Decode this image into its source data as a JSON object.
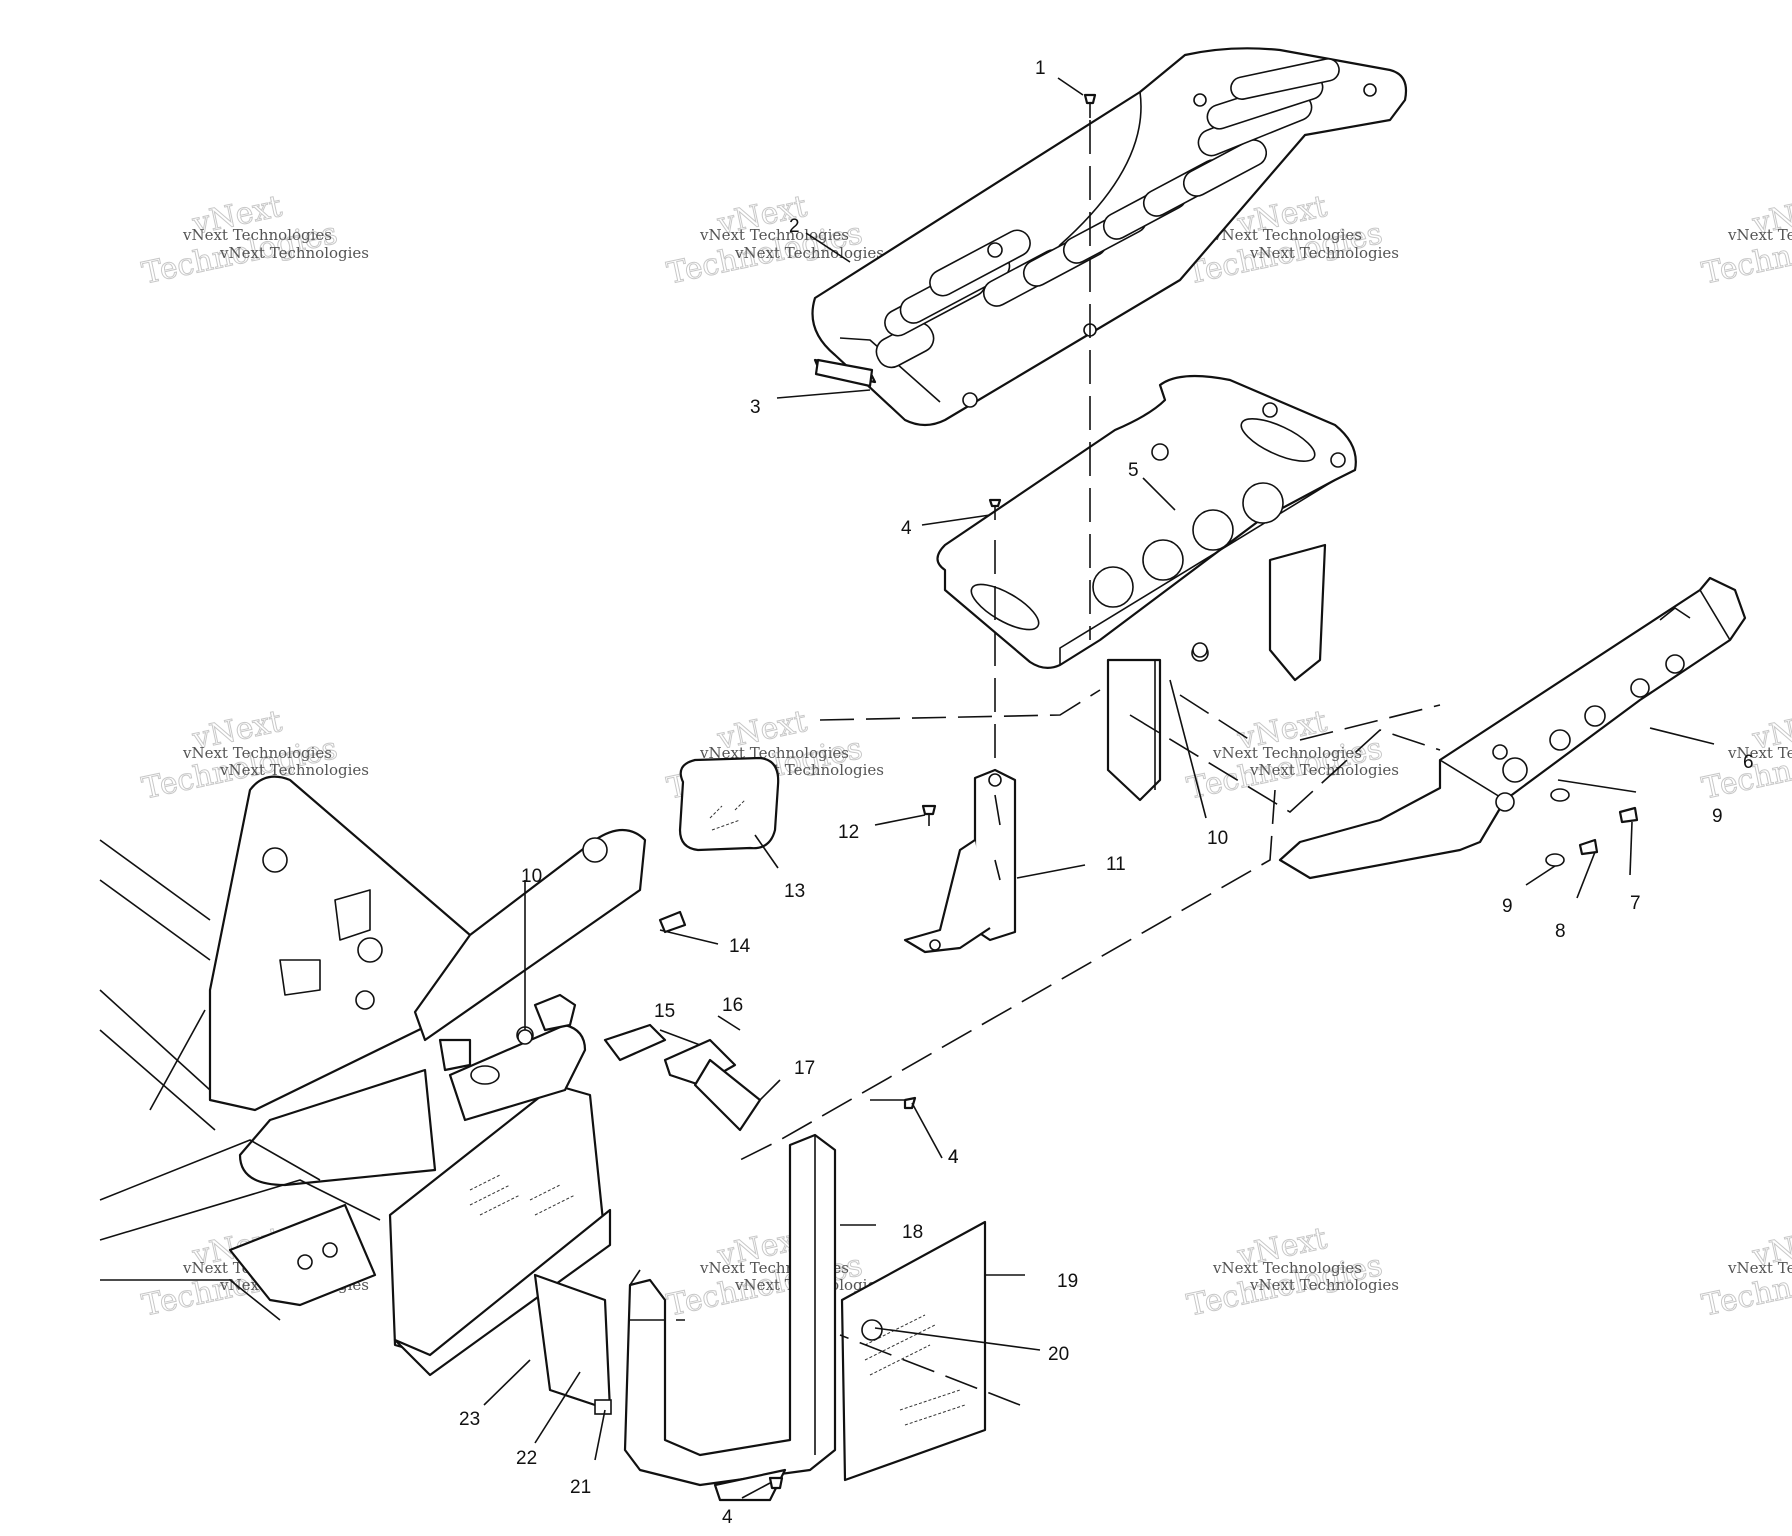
{
  "watermark": {
    "line": "vNext Technologies",
    "big_top": "vNext",
    "big_bottom": "Technologies"
  },
  "callouts": [
    "1",
    "2",
    "3",
    "4",
    "5",
    "4",
    "6",
    "7",
    "8",
    "9",
    "9",
    "10",
    "10",
    "11",
    "12",
    "13",
    "14",
    "15",
    "16",
    "17",
    "4",
    "18",
    "19",
    "20",
    "21",
    "22",
    "23",
    "4"
  ]
}
